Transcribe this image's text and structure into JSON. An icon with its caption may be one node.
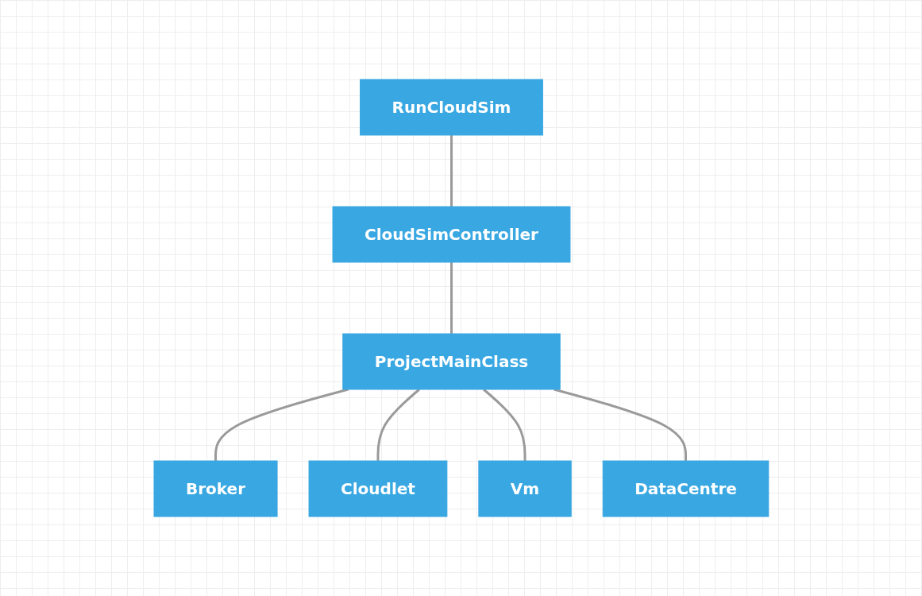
{
  "diagram": {
    "nodes": [
      {
        "text": [
          "RunCloudSim"
        ]
      },
      {
        "text": [
          "CloudSimController"
        ]
      },
      {
        "text": [
          "ProjectMainClass"
        ]
      },
      {
        "text": [
          "Broker"
        ]
      },
      {
        "text": [
          "Cloudlet"
        ]
      },
      {
        "text": [
          "Vm"
        ]
      },
      {
        "text": [
          "DataCentre"
        ]
      }
    ],
    "edges": [
      {
        "from": 0,
        "to": 1,
        "arrow": "none"
      },
      {
        "from": 1,
        "to": 2,
        "arrow": "none"
      },
      {
        "from": 2,
        "to": 3,
        "arrow": "none"
      },
      {
        "from": 2,
        "to": 4,
        "arrow": "none"
      },
      {
        "from": 2,
        "to": 5,
        "arrow": "none"
      },
      {
        "from": 2,
        "to": 6,
        "arrow": "none"
      }
    ]
  }
}
